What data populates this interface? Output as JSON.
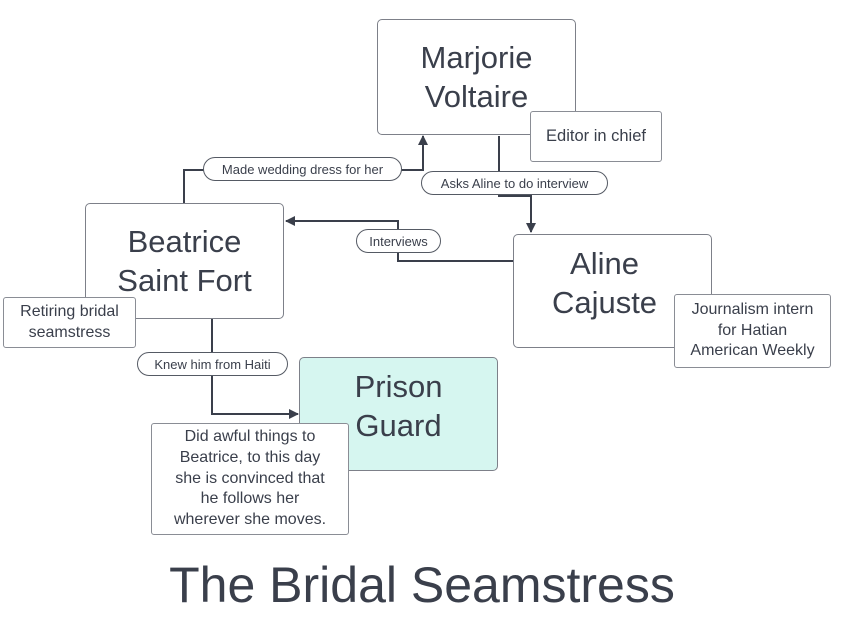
{
  "title": "The Bridal Seamstress",
  "colors": {
    "line": "#3a3f4b",
    "border": "#7d8089",
    "teal": "#d6f6f0",
    "text": "#3a3f4b"
  },
  "nodes": {
    "marjorie": "Marjorie\nVoltaire",
    "beatrice": "Beatrice\nSaint Fort",
    "aline": "Aline\nCajuste",
    "guard": "Prison\nGuard"
  },
  "notes": {
    "marjorie": "Editor in chief",
    "beatrice": "Retiring bridal\nseamstress",
    "aline": "Journalism intern\nfor Hatian\nAmerican Weekly",
    "guard": "Did awful things to\nBeatrice, to this day\nshe is convinced that\nhe follows her\nwherever she moves."
  },
  "edges": {
    "wedding_dress": "Made wedding dress for her",
    "asks_interview": "Asks Aline to do interview",
    "interviews": "Interviews",
    "knew_haiti": "Knew him from Haiti"
  }
}
